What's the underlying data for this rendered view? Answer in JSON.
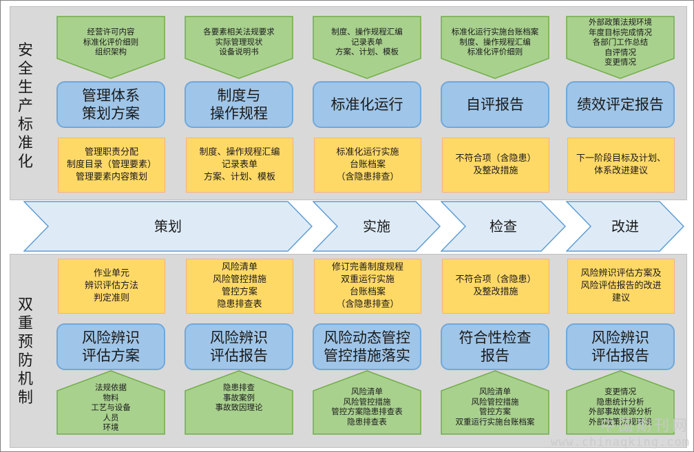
{
  "side_labels": {
    "top": [
      "安",
      "全",
      "生",
      "产",
      "标",
      "准",
      "化"
    ],
    "bottom": [
      "双",
      "重",
      "预",
      "防",
      "机",
      "制"
    ]
  },
  "top_pentagons": [
    {
      "lines": [
        "经营许可内容",
        "标准化评价细则",
        "组织架构"
      ]
    },
    {
      "lines": [
        "各要素相关法规要求",
        "实际管理现状",
        "设备说明书"
      ]
    },
    {
      "lines": [
        "制度、操作规程汇编",
        "记录表单",
        "方案、计划、模板"
      ]
    },
    {
      "lines": [
        "标准化运行实施台账档案",
        "制度、操作规程汇编",
        "标准化评价细则"
      ]
    },
    {
      "lines": [
        "外部政策法规环境",
        "年度目标完成情况",
        "各部门工作总结",
        "自评情况",
        "变更情况"
      ]
    }
  ],
  "top_boxes": [
    {
      "lines": [
        "管理体系",
        "策划方案"
      ]
    },
    {
      "lines": [
        "制度与",
        "操作规程"
      ]
    },
    {
      "lines": [
        "标准化运行"
      ]
    },
    {
      "lines": [
        "自评报告"
      ]
    },
    {
      "lines": [
        "绩效评定报告"
      ]
    }
  ],
  "top_notes": [
    {
      "lines": [
        "管理职责分配",
        "制度目录（管理要素）",
        "管理要素内容策划"
      ]
    },
    {
      "lines": [
        "制度、操作规程汇编",
        "记录表单",
        "方案、计划、模板"
      ]
    },
    {
      "lines": [
        "标准化运行实施",
        "台账档案",
        "（含隐患排查）"
      ]
    },
    {
      "lines": [
        "不符合项（含隐患）",
        "及整改措施"
      ]
    },
    {
      "lines": [
        "下一阶段目标及计划、",
        "体系改进建议"
      ]
    }
  ],
  "arrows": [
    "策划",
    "实施",
    "检查",
    "改进"
  ],
  "bottom_notes": [
    {
      "lines": [
        "作业单元",
        "辨识评估方法",
        "判定准则"
      ]
    },
    {
      "lines": [
        "风险清单",
        "风险管控措施",
        "管控方案",
        "隐患排查表"
      ]
    },
    {
      "lines": [
        "修订完善制度规程",
        "双重运行实施",
        "台账档案",
        "（含隐患排查）"
      ]
    },
    {
      "lines": [
        "不符合项（含隐患）",
        "及整改措施"
      ]
    },
    {
      "lines": [
        "风险辨识评估方案及",
        "风险评估报告的改进",
        "建议"
      ]
    }
  ],
  "bottom_boxes": [
    {
      "lines": [
        "风险辨识",
        "评估方案"
      ]
    },
    {
      "lines": [
        "风险辨识",
        "评估报告"
      ]
    },
    {
      "lines": [
        "风险动态管控",
        "管控措施落实"
      ]
    },
    {
      "lines": [
        "符合性检查",
        "报告"
      ]
    },
    {
      "lines": [
        "风险辨识",
        "评估报告"
      ]
    }
  ],
  "bottom_pentagons": [
    {
      "lines": [
        "法规依据",
        "物料",
        "工艺与设备",
        "人员",
        "环境"
      ]
    },
    {
      "lines": [
        "隐患排查",
        "事故案例",
        "事故致因理论"
      ]
    },
    {
      "lines": [
        "风险清单",
        "风险管控措施",
        "管控方案隐患排查表",
        "隐患排查表"
      ]
    },
    {
      "lines": [
        "风险清单",
        "风险管控措施",
        "管控方案",
        "双重运行实施台账档案"
      ]
    },
    {
      "lines": [
        "变更情况",
        "隐患统计分析",
        "外部事故根源分析",
        "外部政策法规环境"
      ]
    }
  ],
  "watermark": {
    "line1": "中国期刊网",
    "line2": "www.chinaqking.com"
  },
  "colors": {
    "panel": "#d9d9d9",
    "pentagon_fill": "#a9d18e",
    "pentagon_stroke": "#70ad47",
    "note_fill": "#ffd966",
    "note_stroke": "#f4b183",
    "box_fill": "#9fc5e8",
    "box_stroke": "#6fa8dc",
    "arrow_fill": "#deebf7",
    "arrow_stroke": "#5b9bd5"
  }
}
